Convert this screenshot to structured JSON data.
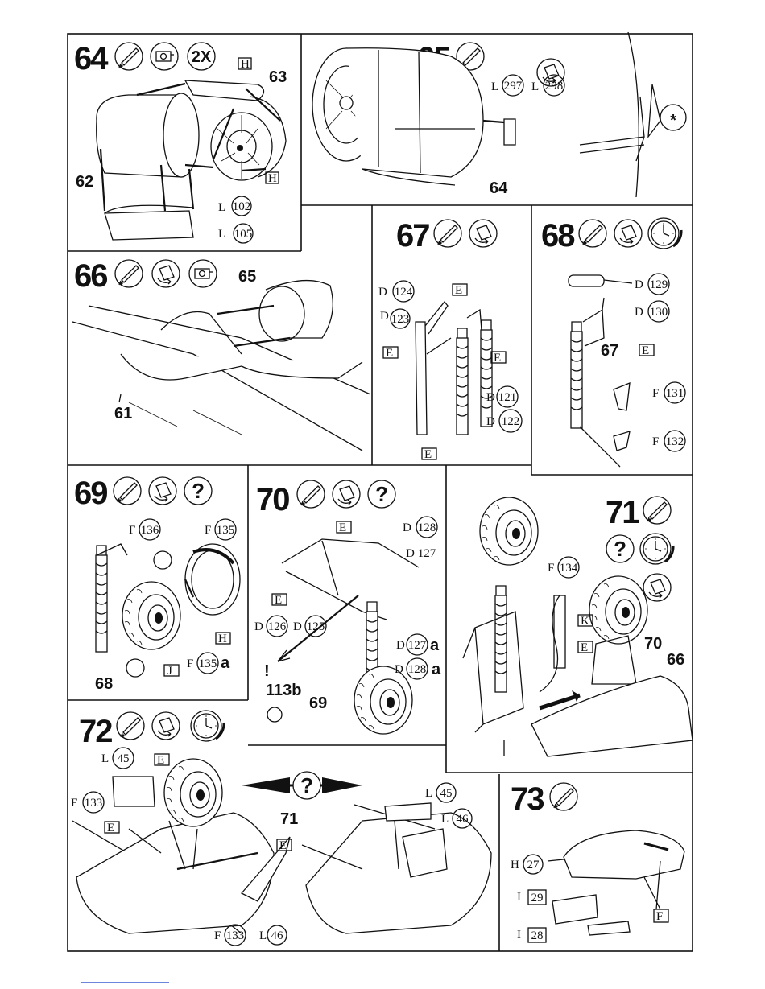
{
  "steps": [
    {
      "number": "64",
      "icons": [
        "glue-icon",
        "paint-icon"
      ],
      "badge": "2X"
    },
    {
      "number": "65",
      "icons": [
        "glue-icon",
        "rotate-icon"
      ]
    },
    {
      "number": "66",
      "icons": [
        "glue-icon",
        "rotate-icon",
        "paint-icon"
      ]
    },
    {
      "number": "67",
      "icons": [
        "glue-icon",
        "rotate-icon"
      ]
    },
    {
      "number": "68",
      "icons": [
        "glue-icon",
        "rotate-icon",
        "clock-icon"
      ]
    },
    {
      "number": "69",
      "icons": [
        "glue-icon",
        "rotate-icon",
        "question-icon"
      ]
    },
    {
      "number": "70",
      "icons": [
        "glue-icon",
        "rotate-icon",
        "question-icon"
      ]
    },
    {
      "number": "71",
      "icons": [
        "glue-icon",
        "question-icon",
        "clock-icon",
        "rotate-icon"
      ]
    },
    {
      "number": "72",
      "icons": [
        "glue-icon",
        "rotate-icon",
        "clock-icon"
      ]
    },
    {
      "number": "73",
      "icons": [
        "glue-icon"
      ]
    }
  ],
  "labels": {
    "s64": {
      "ref_63": "63",
      "ref_62": "62",
      "sprue_h": "H",
      "part_102": "102",
      "part_105": "105",
      "prefix_l1": "L",
      "prefix_l2": "L"
    },
    "s65": {
      "prefix_l297": "L",
      "part_297": "297",
      "prefix_l298": "L",
      "part_298": "298",
      "ref_64": "64",
      "asterisk": "*"
    },
    "s66": {
      "ref_65": "65",
      "ref_61": "61"
    },
    "s67": {
      "p124": "D",
      "n124": "124",
      "p123": "D",
      "n123": "123",
      "p121": "D",
      "n121": "121",
      "p122": "D",
      "n122": "122",
      "sprue": "E"
    },
    "s68": {
      "p129": "D",
      "n129": "129",
      "p130": "D",
      "n130": "130",
      "ref_67": "67",
      "p131": "F",
      "n131": "131",
      "p132": "F",
      "n132": "132",
      "sprue": "E"
    },
    "s69": {
      "p136": "F",
      "n136": "136",
      "p135": "F",
      "n135": "135",
      "ref_68": "68",
      "p135a": "F",
      "n135a": "135",
      "suffix_a": "a",
      "sprue_h": "H",
      "sprue_j": "J"
    },
    "s70": {
      "p128": "D",
      "n128": "128",
      "p127": "D",
      "n127": "127",
      "p126": "D",
      "n126": "126",
      "p125": "D",
      "n125": "125",
      "p127a": "D",
      "n127a": "127",
      "suffix_a1": "a",
      "p128a": "D",
      "n128a": "128",
      "suffix_a2": "a",
      "warn": "!",
      "ref_113b": "113b",
      "ref_69": "69",
      "sprue": "E"
    },
    "s71": {
      "p134": "F",
      "n134": "134",
      "ref_70": "70",
      "ref_66": "66",
      "sprue_k": "K",
      "sprue_e": "E"
    },
    "s72": {
      "p45": "L",
      "n45": "45",
      "p133": "F",
      "n133": "133",
      "ref_71": "71",
      "p133b": "F",
      "n133b": "133",
      "p46": "L",
      "n46": "46",
      "p45b": "L",
      "n45b": "45",
      "p46b": "L",
      "n46b": "46",
      "sprue": "E"
    },
    "s73": {
      "p27": "H",
      "n27": "27",
      "p29": "I",
      "n29": "29",
      "p28": "I",
      "n28": "28",
      "sprue": "F"
    }
  }
}
